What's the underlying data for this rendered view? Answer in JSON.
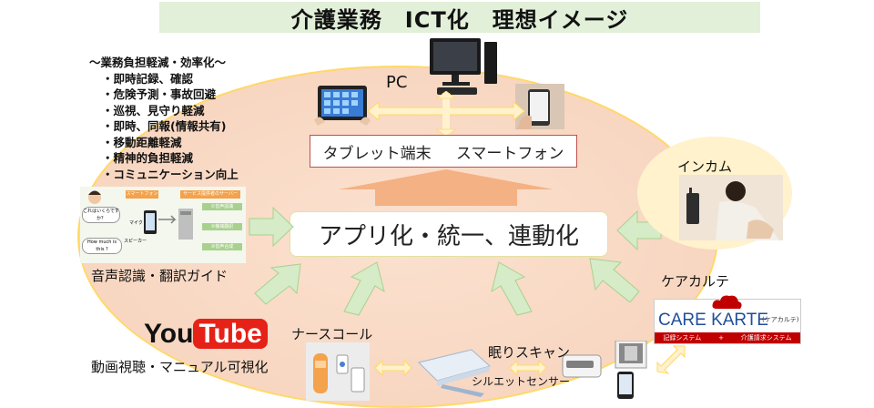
{
  "title": "介護業務　ICT化　理想イメージ",
  "benefits": {
    "heading": "～業務負担軽減・効率化～",
    "items": [
      "・即時記録、確認",
      "・危険予測・事故回避",
      "・巡視、見守り軽減",
      "・即時、同報(情報共有)",
      "・移動距離軽減",
      "・精神的負担軽減",
      "・コミュニケーション向上"
    ]
  },
  "devices": {
    "pc": "PC",
    "tablet": "タブレット端末",
    "smartphone": "スマートフォン",
    "incam": "インカム",
    "care_karte": "ケアカルテ",
    "voice_guide": "音声認識・翻訳ガイド",
    "video": "動画視聴・マニュアル可視化",
    "nurse_call": "ナースコール",
    "sleep_scan": "眠りスキャン",
    "silhouette": "シルエットセンサー"
  },
  "center": "アプリ化・統一、連動化",
  "youtube": {
    "you": "You",
    "tube": "Tube"
  },
  "care_karte_logo": {
    "title": "CARE KARTE",
    "sub": "(ケアカルテ)",
    "left": "記録システム",
    "plus": "+",
    "right": "介護請求システム"
  },
  "voice_slide": {
    "tag1": "スマートフォン",
    "tag2": "サービス提供者のサーバー",
    "q1": "これはいくらですか？",
    "q2": "How much is this ?",
    "mic": "マイク",
    "speaker": "スピーカー",
    "step1": "①音声認識",
    "step2": "②機械翻訳",
    "step3": "③音声合成"
  },
  "colors": {
    "title_bg": "#e2efd9",
    "ellipse": "#f8d5bf",
    "arrow_green": "#d6ebc8",
    "arrow_orange": "#f4b183",
    "red": "#c00000"
  }
}
